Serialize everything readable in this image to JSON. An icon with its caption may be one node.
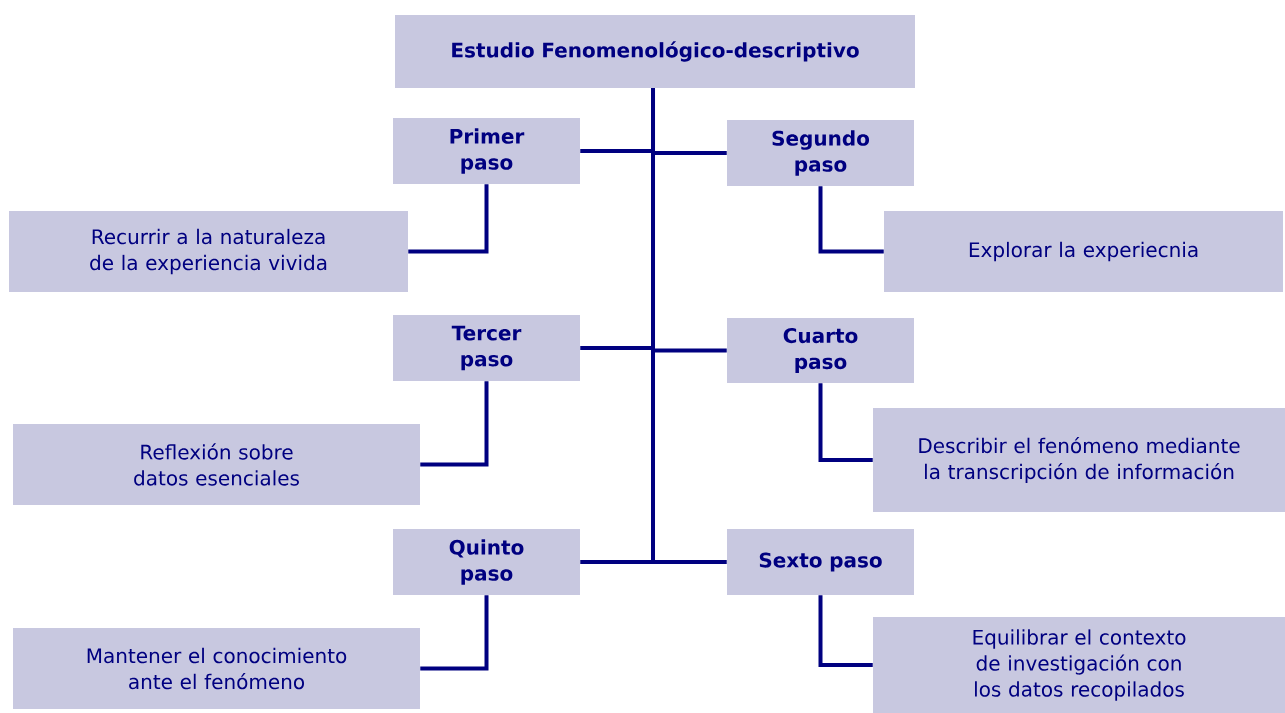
{
  "diagram": {
    "nodes": [
      {
        "text": [
          "Estudio Fenomenológico-descriptivo"
        ]
      },
      {
        "text": [
          "Primer paso"
        ]
      },
      {
        "text": [
          "Segundo paso"
        ]
      },
      {
        "text": [
          "Recurrir a la naturaleza de la experiencia vivida"
        ]
      },
      {
        "text": [
          "Explorar la experiecnia"
        ]
      },
      {
        "text": [
          "Tercer paso"
        ]
      },
      {
        "text": [
          "Cuarto paso"
        ]
      },
      {
        "text": [
          "Reflexión sobre datos esenciales"
        ]
      },
      {
        "text": [
          "Describir el fenómeno mediante la transcripción de información"
        ]
      },
      {
        "text": [
          "Quinto paso"
        ]
      },
      {
        "text": [
          "Sexto paso"
        ]
      },
      {
        "text": [
          "Mantener el conocimiento ante el fenómeno"
        ]
      },
      {
        "text": [
          "Equilibrar el contexto de investigación con los datos recopilados"
        ]
      }
    ],
    "edges": [
      {
        "from": 0,
        "to": 1,
        "arrow": "none"
      },
      {
        "from": 0,
        "to": 2,
        "arrow": "none"
      },
      {
        "from": 1,
        "to": 3,
        "arrow": "none"
      },
      {
        "from": 2,
        "to": 4,
        "arrow": "none"
      },
      {
        "from": 0,
        "to": 5,
        "arrow": "none"
      },
      {
        "from": 0,
        "to": 6,
        "arrow": "none"
      },
      {
        "from": 5,
        "to": 7,
        "arrow": "none"
      },
      {
        "from": 6,
        "to": 8,
        "arrow": "none"
      },
      {
        "from": 0,
        "to": 9,
        "arrow": "none"
      },
      {
        "from": 0,
        "to": 10,
        "arrow": "none"
      },
      {
        "from": 9,
        "to": 11,
        "arrow": "none"
      },
      {
        "from": 10,
        "to": 12,
        "arrow": "none"
      }
    ]
  }
}
